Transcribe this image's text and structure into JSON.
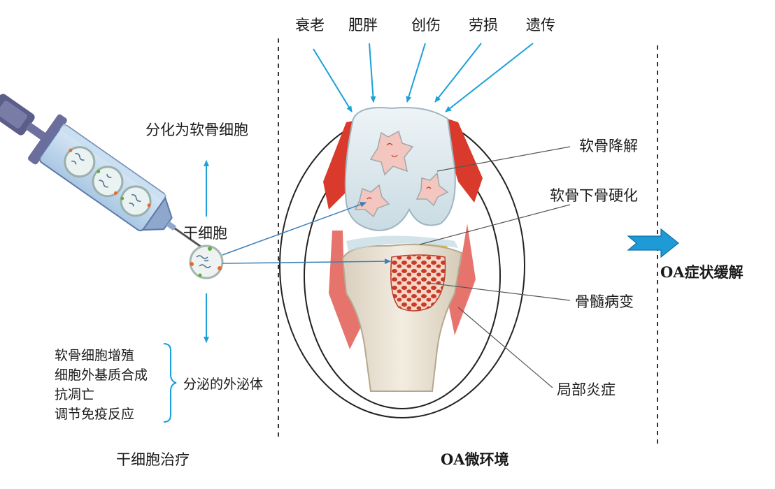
{
  "risk_factors": [
    "衰老",
    "肥胖",
    "创伤",
    "劳损",
    "遗传"
  ],
  "left": {
    "differentiation": "分化为软骨细胞",
    "stem_cell": "干细胞",
    "exosome_effects": [
      "软骨细胞增殖",
      "细胞外基质合成",
      "抗凋亡",
      "调节免疫反应"
    ],
    "exosome": "分泌的外泌体",
    "section_title": "干细胞治疗"
  },
  "right": {
    "pathologies": [
      "软骨降解",
      "软骨下骨硬化",
      "骨髓病变",
      "局部炎症"
    ],
    "section_title": "OA微环境",
    "outcome": "OA症状缓解"
  },
  "colors": {
    "arrow": "#1ba0d8",
    "cartilage": "#dde9ee",
    "inflammation": "#d93a2b",
    "marrow": "#c83a2a",
    "bone": "#efe6d8",
    "outcome_arrow": "#1e9bd7"
  },
  "icons": {
    "syringe": "syringe-icon",
    "stem_cell": "stem-cell-icon",
    "knee": "knee-joint-illustration"
  }
}
